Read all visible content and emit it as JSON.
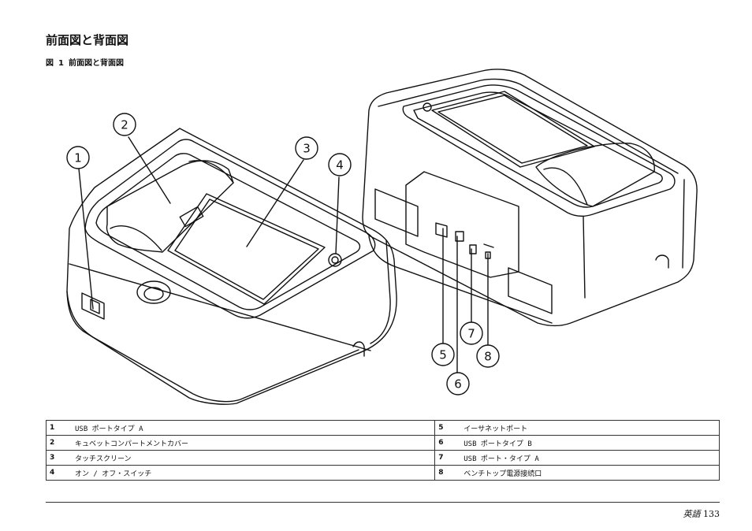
{
  "section_title": "前面図と背面図",
  "figure": {
    "label": "図",
    "number": "1",
    "title": "前面図と背面図"
  },
  "callouts": [
    "1",
    "2",
    "3",
    "4",
    "5",
    "6",
    "7",
    "8"
  ],
  "legend": {
    "left": [
      {
        "num": "1",
        "text": "USB ポートタイプ A"
      },
      {
        "num": "2",
        "text": "キュベットコンパートメントカバー"
      },
      {
        "num": "3",
        "text": "タッチスクリーン"
      },
      {
        "num": "4",
        "text": "オン / オフ・スイッチ"
      }
    ],
    "right": [
      {
        "num": "5",
        "text": "イーサネットポート"
      },
      {
        "num": "6",
        "text": "USB ポートタイプ B"
      },
      {
        "num": "7",
        "text": "USB ポート・タイプ A"
      },
      {
        "num": "8",
        "text": "ベンチトップ電源接続口"
      }
    ]
  },
  "footer": {
    "language": "英語",
    "page_number": "133"
  }
}
